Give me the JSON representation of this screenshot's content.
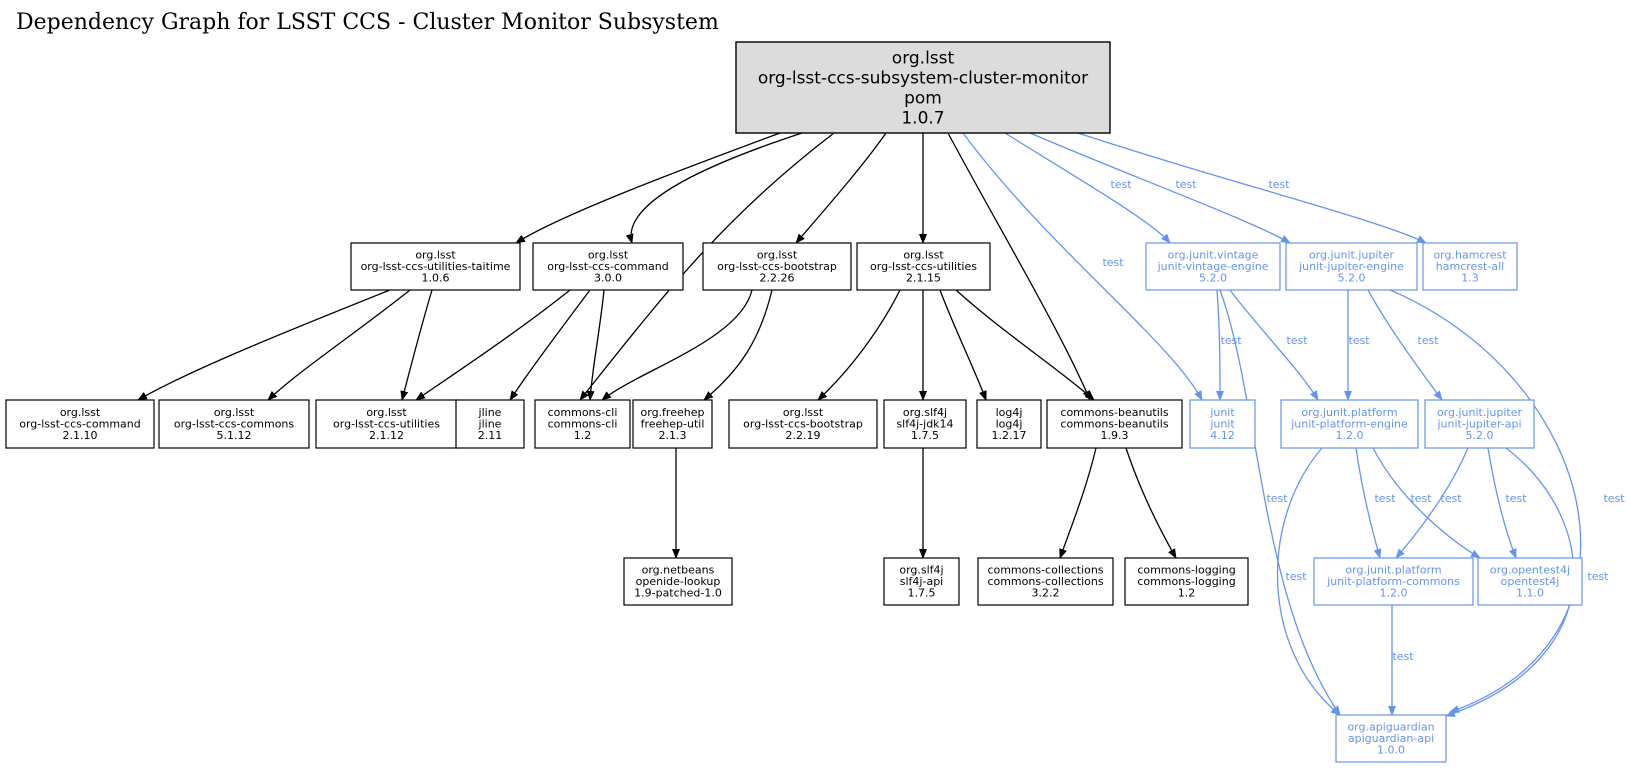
{
  "title": "Dependency Graph for LSST CCS - Cluster Monitor Subsystem",
  "colors": {
    "compile": "#000000",
    "test": "#6495ED",
    "root_fill": "#DCDCDC"
  },
  "nodes": [
    {
      "id": "root",
      "lines": [
        "org.lsst",
        "org-lsst-ccs-subsystem-cluster-monitor",
        "pom",
        "1.0.7"
      ],
      "kind": "root"
    },
    {
      "id": "taitime",
      "lines": [
        "org.lsst",
        "org-lsst-ccs-utilities-taitime",
        "1.0.6"
      ],
      "kind": "compile"
    },
    {
      "id": "command300",
      "lines": [
        "org.lsst",
        "org-lsst-ccs-command",
        "3.0.0"
      ],
      "kind": "compile"
    },
    {
      "id": "bootstrap2226",
      "lines": [
        "org.lsst",
        "org-lsst-ccs-bootstrap",
        "2.2.26"
      ],
      "kind": "compile"
    },
    {
      "id": "utilities2115",
      "lines": [
        "org.lsst",
        "org-lsst-ccs-utilities",
        "2.1.15"
      ],
      "kind": "compile"
    },
    {
      "id": "vintage",
      "lines": [
        "org.junit.vintage",
        "junit-vintage-engine",
        "5.2.0"
      ],
      "kind": "test"
    },
    {
      "id": "jupengine",
      "lines": [
        "org.junit.jupiter",
        "junit-jupiter-engine",
        "5.2.0"
      ],
      "kind": "test"
    },
    {
      "id": "hamcrest",
      "lines": [
        "org.hamcrest",
        "hamcrest-all",
        "1.3"
      ],
      "kind": "test"
    },
    {
      "id": "command2110",
      "lines": [
        "org.lsst",
        "org-lsst-ccs-command",
        "2.1.10"
      ],
      "kind": "compile"
    },
    {
      "id": "commons5112",
      "lines": [
        "org.lsst",
        "org-lsst-ccs-commons",
        "5.1.12"
      ],
      "kind": "compile"
    },
    {
      "id": "utilities2112",
      "lines": [
        "org.lsst",
        "org-lsst-ccs-utilities",
        "2.1.12"
      ],
      "kind": "compile"
    },
    {
      "id": "jline",
      "lines": [
        "jline",
        "jline",
        "2.11"
      ],
      "kind": "compile"
    },
    {
      "id": "cli",
      "lines": [
        "commons-cli",
        "commons-cli",
        "1.2"
      ],
      "kind": "compile"
    },
    {
      "id": "freehep",
      "lines": [
        "org.freehep",
        "freehep-util",
        "2.1.3"
      ],
      "kind": "compile"
    },
    {
      "id": "bootstrap2219",
      "lines": [
        "org.lsst",
        "org-lsst-ccs-bootstrap",
        "2.2.19"
      ],
      "kind": "compile"
    },
    {
      "id": "jdk14",
      "lines": [
        "org.slf4j",
        "slf4j-jdk14",
        "1.7.5"
      ],
      "kind": "compile"
    },
    {
      "id": "log4j",
      "lines": [
        "log4j",
        "log4j",
        "1.2.17"
      ],
      "kind": "compile"
    },
    {
      "id": "beanutils",
      "lines": [
        "commons-beanutils",
        "commons-beanutils",
        "1.9.3"
      ],
      "kind": "compile"
    },
    {
      "id": "junit",
      "lines": [
        "junit",
        "junit",
        "4.12"
      ],
      "kind": "test"
    },
    {
      "id": "platengine",
      "lines": [
        "org.junit.platform",
        "junit-platform-engine",
        "1.2.0"
      ],
      "kind": "test"
    },
    {
      "id": "jupapi",
      "lines": [
        "org.junit.jupiter",
        "junit-jupiter-api",
        "5.2.0"
      ],
      "kind": "test"
    },
    {
      "id": "openide",
      "lines": [
        "org.netbeans",
        "openide-lookup",
        "1.9-patched-1.0"
      ],
      "kind": "compile"
    },
    {
      "id": "slf4japi",
      "lines": [
        "org.slf4j",
        "slf4j-api",
        "1.7.5"
      ],
      "kind": "compile"
    },
    {
      "id": "collections",
      "lines": [
        "commons-collections",
        "commons-collections",
        "3.2.2"
      ],
      "kind": "compile"
    },
    {
      "id": "logging",
      "lines": [
        "commons-logging",
        "commons-logging",
        "1.2"
      ],
      "kind": "compile"
    },
    {
      "id": "platcommons",
      "lines": [
        "org.junit.platform",
        "junit-platform-commons",
        "1.2.0"
      ],
      "kind": "test"
    },
    {
      "id": "opentest",
      "lines": [
        "org.opentest4j",
        "opentest4j",
        "1.1.0"
      ],
      "kind": "test"
    },
    {
      "id": "apiguardian",
      "lines": [
        "org.apiguardian",
        "apiguardian-api",
        "1.0.0"
      ],
      "kind": "test"
    }
  ],
  "edges": [
    {
      "from": "root",
      "to": "taitime",
      "kind": "compile"
    },
    {
      "from": "root",
      "to": "command300",
      "kind": "compile"
    },
    {
      "from": "root",
      "to": "cli",
      "kind": "compile"
    },
    {
      "from": "root",
      "to": "bootstrap2226",
      "kind": "compile"
    },
    {
      "from": "root",
      "to": "utilities2115",
      "kind": "compile"
    },
    {
      "from": "root",
      "to": "beanutils",
      "kind": "compile"
    },
    {
      "from": "root",
      "to": "junit",
      "kind": "test",
      "label": "test"
    },
    {
      "from": "root",
      "to": "vintage",
      "kind": "test",
      "label": "test"
    },
    {
      "from": "root",
      "to": "jupengine",
      "kind": "test",
      "label": "test"
    },
    {
      "from": "root",
      "to": "hamcrest",
      "kind": "test",
      "label": "test"
    },
    {
      "from": "taitime",
      "to": "command2110",
      "kind": "compile"
    },
    {
      "from": "taitime",
      "to": "commons5112",
      "kind": "compile"
    },
    {
      "from": "taitime",
      "to": "utilities2112",
      "kind": "compile"
    },
    {
      "from": "command300",
      "to": "utilities2112",
      "kind": "compile"
    },
    {
      "from": "command300",
      "to": "jline",
      "kind": "compile"
    },
    {
      "from": "command300",
      "to": "cli",
      "kind": "compile"
    },
    {
      "from": "bootstrap2226",
      "to": "cli",
      "kind": "compile"
    },
    {
      "from": "bootstrap2226",
      "to": "freehep",
      "kind": "compile"
    },
    {
      "from": "utilities2115",
      "to": "bootstrap2219",
      "kind": "compile"
    },
    {
      "from": "utilities2115",
      "to": "jdk14",
      "kind": "compile"
    },
    {
      "from": "utilities2115",
      "to": "log4j",
      "kind": "compile"
    },
    {
      "from": "utilities2115",
      "to": "beanutils",
      "kind": "compile"
    },
    {
      "from": "freehep",
      "to": "openide",
      "kind": "compile"
    },
    {
      "from": "jdk14",
      "to": "slf4japi",
      "kind": "compile"
    },
    {
      "from": "beanutils",
      "to": "collections",
      "kind": "compile"
    },
    {
      "from": "beanutils",
      "to": "logging",
      "kind": "compile"
    },
    {
      "from": "vintage",
      "to": "junit",
      "kind": "test",
      "label": "test"
    },
    {
      "from": "vintage",
      "to": "platengine",
      "kind": "test",
      "label": "test"
    },
    {
      "from": "vintage",
      "to": "apiguardian",
      "kind": "test",
      "label": "test"
    },
    {
      "from": "jupengine",
      "to": "platengine",
      "kind": "test",
      "label": "test"
    },
    {
      "from": "jupengine",
      "to": "jupapi",
      "kind": "test",
      "label": "test"
    },
    {
      "from": "jupengine",
      "to": "apiguardian",
      "kind": "test",
      "label": "test"
    },
    {
      "from": "platengine",
      "to": "platcommons",
      "kind": "test",
      "label": "test"
    },
    {
      "from": "platengine",
      "to": "opentest",
      "kind": "test",
      "label": "test"
    },
    {
      "from": "platengine",
      "to": "apiguardian",
      "kind": "test",
      "label": "test"
    },
    {
      "from": "jupapi",
      "to": "platcommons",
      "kind": "test",
      "label": "test"
    },
    {
      "from": "jupapi",
      "to": "opentest",
      "kind": "test",
      "label": "test"
    },
    {
      "from": "jupapi",
      "to": "apiguardian",
      "kind": "test",
      "label": "test"
    },
    {
      "from": "platcommons",
      "to": "apiguardian",
      "kind": "test",
      "label": "test"
    }
  ]
}
